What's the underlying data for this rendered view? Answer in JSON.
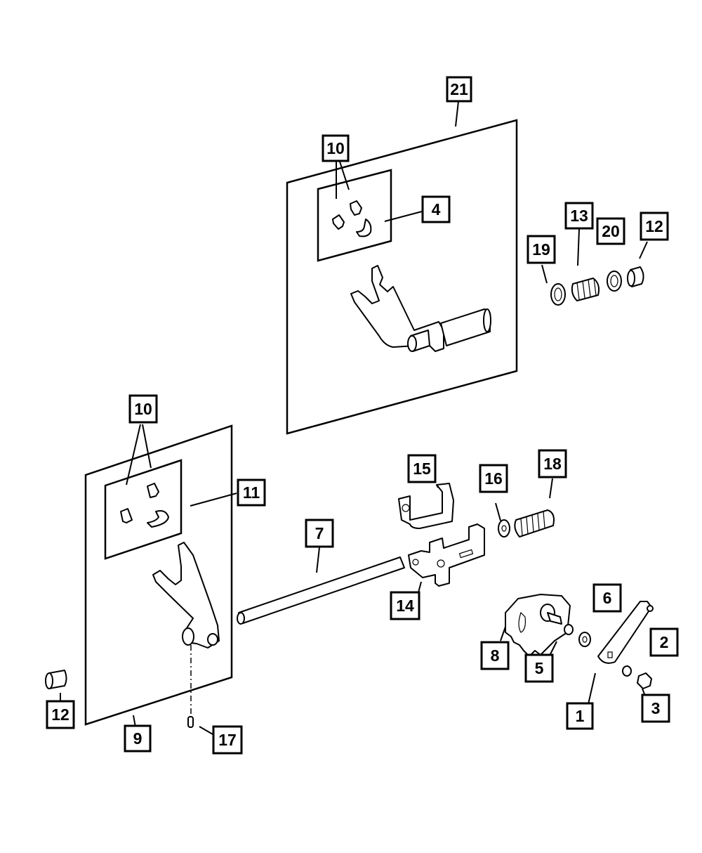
{
  "diagram": {
    "title": "Shift fork and shift rail exploded parts diagram",
    "colors": {
      "line": "#000000",
      "background": "#ffffff"
    },
    "callouts": [
      {
        "id": "c21",
        "label": "21",
        "part": "shift fork kit (upper panel)"
      },
      {
        "id": "c10a",
        "label": "10",
        "part": "shift fork pads (upper)"
      },
      {
        "id": "c4",
        "label": "4",
        "part": "pad kit (upper)"
      },
      {
        "id": "c19",
        "label": "19",
        "part": "washer"
      },
      {
        "id": "c13",
        "label": "13",
        "part": "spring"
      },
      {
        "id": "c20",
        "label": "20",
        "part": "seal"
      },
      {
        "id": "c12a",
        "label": "12",
        "part": "bushing (upper right)"
      },
      {
        "id": "c10b",
        "label": "10",
        "part": "shift fork pads (lower)"
      },
      {
        "id": "c11",
        "label": "11",
        "part": "pad kit (lower)"
      },
      {
        "id": "c15",
        "label": "15",
        "part": "bracket"
      },
      {
        "id": "c16",
        "label": "16",
        "part": "washer"
      },
      {
        "id": "c18",
        "label": "18",
        "part": "spring"
      },
      {
        "id": "c7",
        "label": "7",
        "part": "shift rail"
      },
      {
        "id": "c14",
        "label": "14",
        "part": "shift lug"
      },
      {
        "id": "c6",
        "label": "6",
        "part": "lever arm"
      },
      {
        "id": "c2",
        "label": "2",
        "part": "washer"
      },
      {
        "id": "c8",
        "label": "8",
        "part": "sector plate"
      },
      {
        "id": "c5",
        "label": "5",
        "part": "snap ring / seal"
      },
      {
        "id": "c12b",
        "label": "12",
        "part": "bushing (lower left)"
      },
      {
        "id": "c1",
        "label": "1",
        "part": "shift lever"
      },
      {
        "id": "c3",
        "label": "3",
        "part": "nut"
      },
      {
        "id": "c9",
        "label": "9",
        "part": "shift fork kit (lower panel)"
      },
      {
        "id": "c17",
        "label": "17",
        "part": "roll pin"
      }
    ]
  }
}
